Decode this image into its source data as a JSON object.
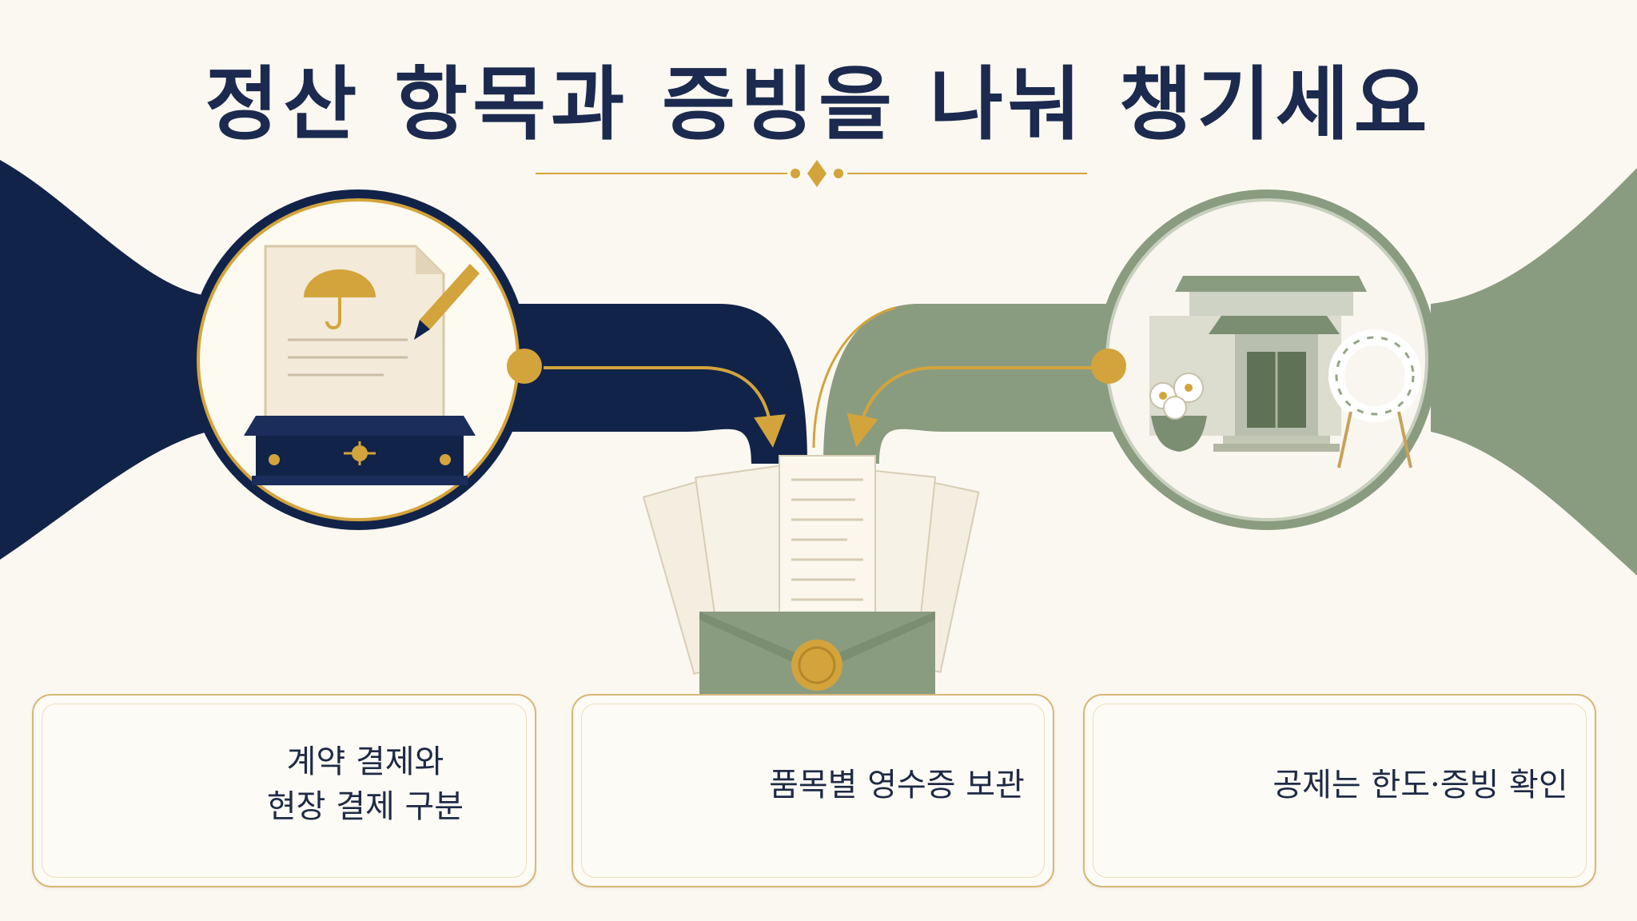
{
  "title": "정산 항목과 증빙을 나눠 챙기세요",
  "colors": {
    "navy": "#12234a",
    "sage": "#8a9c80",
    "gold": "#d3a43b",
    "cream": "#fbf8f1"
  },
  "flow": {
    "left_icon": "funeral-contract-icon",
    "right_icon": "funeral-hall-icon",
    "center_icon": "receipts-envelope-icon"
  },
  "cards": [
    {
      "icon": "scales-icon",
      "lines": [
        "계약 결제와",
        "현장 결제 구분"
      ]
    },
    {
      "icon": "receipt-folder-icon",
      "lines": [
        "품목별 영수증 보관"
      ]
    },
    {
      "icon": "shield-check-icon",
      "lines": [
        "공제는 한도·증빙 확인"
      ]
    }
  ]
}
